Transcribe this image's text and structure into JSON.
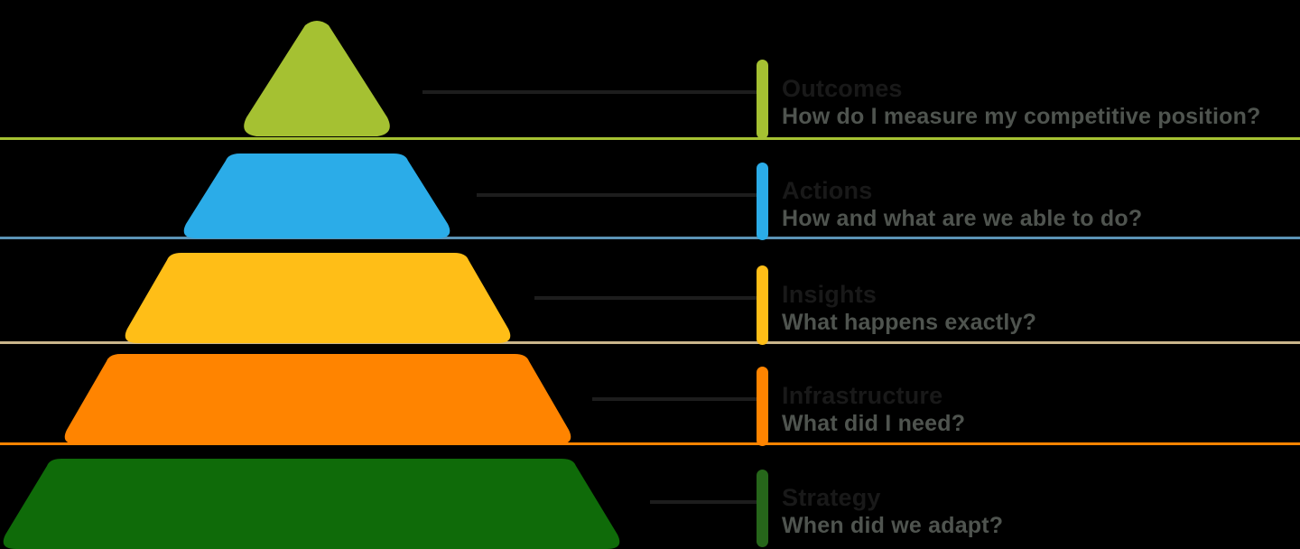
{
  "diagram": {
    "type": "pyramid",
    "orientation": "top-to-bottom",
    "background": "#000000",
    "levels": [
      {
        "id": "outcomes",
        "rank": 1,
        "title": "Outcomes",
        "subtitle": "How do I measure my competitive position?",
        "color": "#A5C132",
        "shape": "triangle-apex"
      },
      {
        "id": "actions",
        "rank": 2,
        "title": "Actions",
        "subtitle": "How and what are we able to do?",
        "color": "#2BACE8",
        "shape": "trapezoid"
      },
      {
        "id": "insights",
        "rank": 3,
        "title": "Insights",
        "subtitle": "What happens exactly?",
        "color": "#FFBE17",
        "shape": "trapezoid"
      },
      {
        "id": "infrastructure",
        "rank": 4,
        "title": "Infrastructure",
        "subtitle": "What did I need?",
        "color": "#FF8400",
        "shape": "trapezoid"
      },
      {
        "id": "strategy",
        "rank": 5,
        "title": "Strategy",
        "subtitle": "When did we adapt?",
        "color": "#0F6B09",
        "shape": "trapezoid-base"
      }
    ],
    "connector_color": "#1d1d1d",
    "title_color": "#191919",
    "subtitle_color": "#4f544f"
  }
}
